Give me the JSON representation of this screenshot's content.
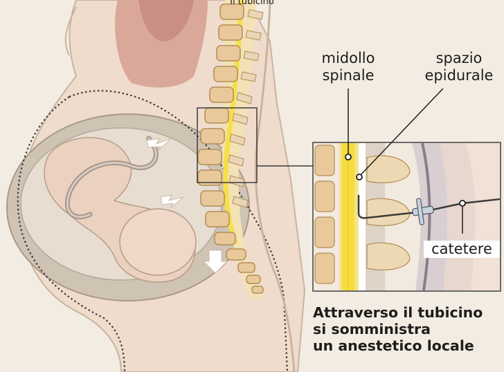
{
  "top_caption": "Il tubicino",
  "labels": {
    "spinal_cord": [
      "midollo",
      "spinale"
    ],
    "epidural_space": [
      "spazio",
      "epidurale"
    ],
    "catheter": "catetere"
  },
  "caption_lines": [
    "Attraverso il tubicino",
    "si somministra",
    "un anestetico locale"
  ],
  "colors": {
    "background": "#ffffff",
    "panel": "#efe6d9",
    "skin": "#efd6c6",
    "spinal_cord": "#f5e04a",
    "vertebra": "#e8c9a0",
    "uterus": "#cdbfae",
    "text": "#1d1d1b"
  }
}
